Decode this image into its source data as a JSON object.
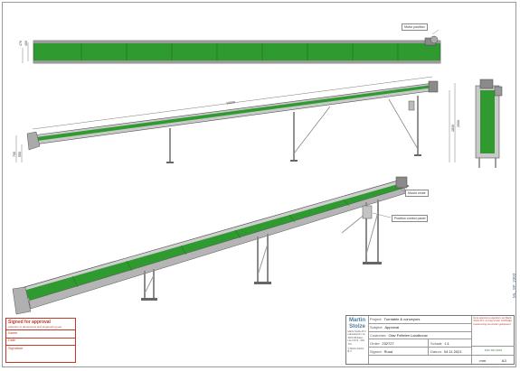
{
  "callouts": {
    "motor_position": "Motor position",
    "mould_chute": "Mould chute",
    "control_panel": "Position control panel"
  },
  "dimensions": {
    "top_width_a": "470",
    "top_width_b": "400",
    "length": "10000",
    "height_discharge": "1830",
    "height_total": "2000",
    "height_feed_a": "700",
    "height_feed_b": "550"
  },
  "approval": {
    "title": "Signed for approval",
    "note": "Attention to dimensions and engineering use",
    "name_label": "Name",
    "date_label": "Date",
    "signature_label": "Signature"
  },
  "title_block": {
    "brand_line1": "Martin",
    "brand_line2": "Stolze",
    "address": "Martin Stolze B.V. Laboratorium 1a 4870 AB Etten-Leur 0174 - 618 710",
    "copyright": "© Martin Stolze B.V.",
    "project_label": "Project:",
    "project": "Turntable & conveyors",
    "subject_label": "Subject:",
    "subject": "Approval",
    "customer_label": "Customer:",
    "customer": "Olav Feitelen Landbouw",
    "order_label": "Order:",
    "order": "232727",
    "scale_label": "Schaal:",
    "scale": "1:1",
    "signed_label": "Signed:",
    "signed": "Ruud",
    "date_label": "Datum:",
    "date": "04.11.2021",
    "unit": "mm",
    "format": "A3",
    "revision_note": "Deze tekening is eigendom van Martin Stolze B.V. en mag zonder schriftelijke toestemming niet worden gekopieerd",
    "certification": "FSC ISO 9001"
  },
  "drawing_number": "ML_SP_2303",
  "colors": {
    "belt_green": "#2f9a2f",
    "frame_grey": "#b8b8b8",
    "approval_red": "#c0392b",
    "brand_blue": "#4a7a9a"
  }
}
